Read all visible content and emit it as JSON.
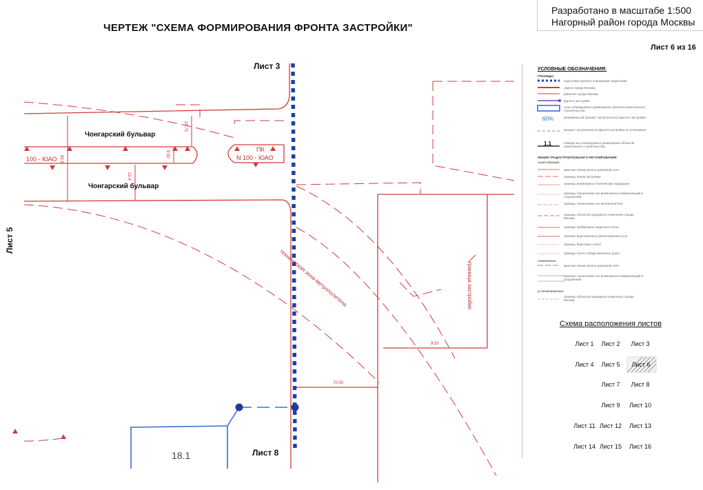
{
  "title": "ЧЕРТЕЖ \"СХЕМА ФОРМИРОВАНИЯ ФРОНТА ЗАСТРОЙКИ\"",
  "scale_note": "Разработано в масштабе 1:500",
  "district_note": "Нагорный район города Москвы",
  "sheet_number": "Лист 6 из 16",
  "map": {
    "neighbor_top": "Лист 3",
    "neighbor_bottom": "Лист 8",
    "neighbor_left": "Лист 5",
    "street_1": "Чонгарский бульвар",
    "street_2": "Чонгарский бульвар",
    "road_code_1": "100 - ЮАО",
    "road_code_2a": "ПК",
    "road_code_2b": "N 100 - ЮАО",
    "zone_metro": "техническая зона метрополитена",
    "zone_build": "граница застройки",
    "plot_number": "18.1",
    "dim_1": "24.75",
    "dim_2": "9.50",
    "dim_3": "85.9",
    "dim_4": "22.4",
    "dim_5": "9.50",
    "dim_6": "70.00"
  },
  "legend": {
    "title": "УСЛОВНЫЕ ОБОЗНАЧЕНИЯ:",
    "section_1": "ГРАНИЦЫ:",
    "items": [
      "подготовки проекта планировки территории",
      "округа города Москвы",
      "районов города Москвы",
      "фронта застройки",
      "зоны планируемого размещения объектов капитального строительства",
      "минимальный процент застроенности фронта застройки",
      "процент застроенности фронта застройки не установлен",
      "номера зон планируемого размещения объектов капитального строительства"
    ],
    "pct_symbol": "60%",
    "num_symbol": "1.1",
    "section_2": "ЛИНИИ ГРАДОСТРОИТЕЛЬНОГО РЕГУЛИРОВАНИЯ:",
    "section_2a": "существующие:",
    "items_2": [
      "красные линии улично-дорожной сети",
      "границы линии застройки",
      "границы инженерных технических коридоров",
      "границы технических зон инженерных коммуникаций и сооружений",
      "границы технических зон метрополитена",
      "границы объектов природного комплекса города Москвы",
      "границы прибрежных защитных полос",
      "границы водоохранных (рыбоохранных) зон",
      "границы береговых полос",
      "границы полос отвода железных дорог"
    ],
    "section_3": "отменяемые:",
    "items_3": [
      "красные линии улично-дорожной сети",
      "границы технических зон инженерных коммуникаций и сооружений"
    ],
    "section_4": "устанавливаемые:",
    "items_4": [
      "границы объектов природного комплекса города Москвы"
    ]
  },
  "layout_scheme": {
    "title": "Схема расположения листов",
    "cells": [
      "Лист 1",
      "Лист 2",
      "Лист 3",
      "Лист 4",
      "Лист 5",
      "Лист 6",
      "Лист 7",
      "Лист 8",
      "Лист 9",
      "Лист 10",
      "Лист 11",
      "Лист 12",
      "Лист 13",
      "Лист 14",
      "Лист 15",
      "Лист 16"
    ],
    "current": "Лист 6"
  }
}
